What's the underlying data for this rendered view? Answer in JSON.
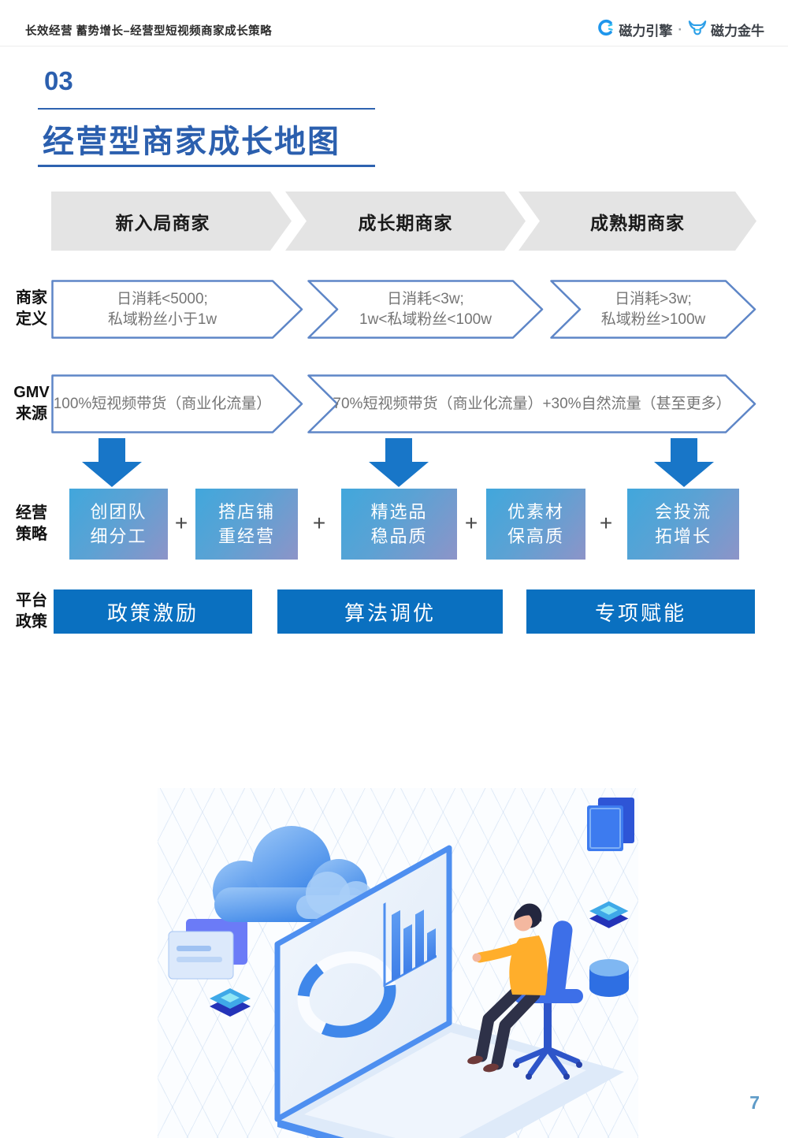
{
  "header": {
    "doc_title": "长效经营 蓄势增长–经营型短视频商家成长策略",
    "brand": {
      "engine_icon": "magnet-swirl-icon",
      "engine_label": "磁力引擎",
      "separator": "·",
      "bull_icon": "bull-head-icon",
      "bull_label": "磁力金牛"
    }
  },
  "section": {
    "number": "03",
    "title": "经营型商家成长地图"
  },
  "stages": [
    {
      "label": "新入局商家"
    },
    {
      "label": "成长期商家"
    },
    {
      "label": "成熟期商家"
    }
  ],
  "definition_row": {
    "label_line1": "商家",
    "label_line2": "定义",
    "items": [
      {
        "line1": "日消耗<5000;",
        "line2": "私域粉丝小于1w"
      },
      {
        "line1": "日消耗<3w;",
        "line2": "1w<私域粉丝<100w"
      },
      {
        "line1": "日消耗>3w;",
        "line2": "私域粉丝>100w"
      }
    ]
  },
  "gmv_row": {
    "label_line1": "GMV",
    "label_line2": "来源",
    "items": [
      {
        "text": "100%短视频带货（商业化流量）"
      },
      {
        "text": "70%短视频带货（商业化流量）+30%自然流量（甚至更多）"
      }
    ]
  },
  "strategy_row": {
    "label_line1": "经营",
    "label_line2": "策略",
    "plus": "+",
    "items": [
      {
        "line1": "创团队",
        "line2": "细分工"
      },
      {
        "line1": "搭店铺",
        "line2": "重经营"
      },
      {
        "line1": "精选品",
        "line2": "稳品质"
      },
      {
        "line1": "优素材",
        "line2": "保高质"
      },
      {
        "line1": "会投流",
        "line2": "拓增长"
      }
    ]
  },
  "policy_row": {
    "label_line1": "平台",
    "label_line2": "政策",
    "items": [
      {
        "text": "政策激励"
      },
      {
        "text": "算法调优"
      },
      {
        "text": "专项赋能"
      }
    ]
  },
  "page": {
    "number": "7"
  },
  "colors": {
    "title_blue": "#2B5FAE",
    "banner_gray": "#E4E4E4",
    "chevron_border": "#5E86C7",
    "chevron_text": "#757575",
    "arrow_blue": "#1876C8",
    "strategy_gradient_start": "#41A7DC",
    "strategy_gradient_end": "#8D94C8",
    "policy_blue": "#0A70C0",
    "page_number_blue": "#5E9BC8"
  }
}
